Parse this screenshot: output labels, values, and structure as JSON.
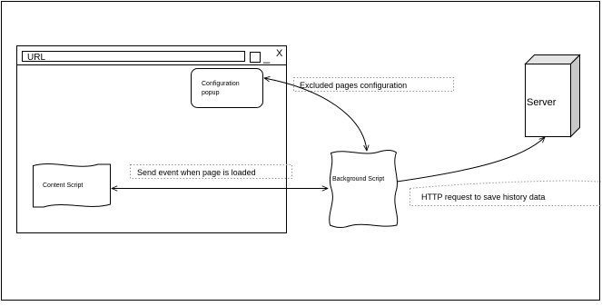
{
  "browser": {
    "url_label": "URL",
    "close_glyph": "X",
    "minimize_glyph": "_"
  },
  "nodes": {
    "config_popup_line1": "Configuration",
    "config_popup_line2": "popup",
    "content_script": "Content Script",
    "background_script": "Background Script",
    "server": "Server"
  },
  "edges": {
    "excluded_pages": "Excluded pages configuration",
    "send_event": "Send event when page is loaded",
    "http_request": "HTTP request to save history data"
  },
  "colors": {
    "stroke": "#000000",
    "note_border": "#9a9a9a",
    "server_side": "#c8c8c8",
    "server_top": "#e4e4e4"
  }
}
